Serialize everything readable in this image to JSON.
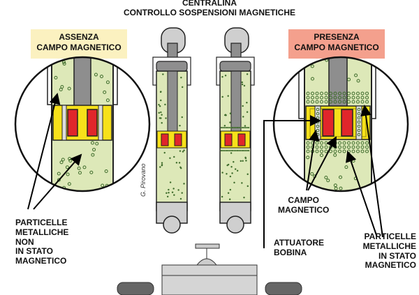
{
  "title": {
    "line1": "CENTRALINA",
    "line2": "CONTROLLO SOSPENSIONI MAGNETICHE"
  },
  "panels": {
    "off": {
      "badge_line1": "ASSENZA",
      "badge_line2": "CAMPO MAGNETICO",
      "badge_color": "#fbf1c0",
      "callout": [
        "PARTICELLE",
        "METALLICHE",
        "NON",
        "IN STATO",
        "MAGNETICO"
      ]
    },
    "on": {
      "badge_line1": "PRESENZA",
      "badge_line2": "CAMPO MAGNETICO",
      "badge_color": "#f4a08d",
      "callout_field": [
        "CAMPO",
        "MAGNETICO"
      ],
      "callout_actuator": [
        "ATTUATORE",
        "BOBINA"
      ],
      "callout_particles": [
        "PARTICELLE",
        "METALLICHE",
        "IN STATO",
        "MAGNETICO"
      ]
    }
  },
  "credit": "G. Pirovano",
  "colors": {
    "fluid": "#dde8b8",
    "particle": "#3d6b2a",
    "coil_yellow": "#f7e11a",
    "coil_red": "#e0262b",
    "rod_gray": "#8e8e8e",
    "body_gray": "#cfcfcf"
  },
  "icons": {
    "arrows": "arrow-icon",
    "shock_absorber": "shock-absorber-icon",
    "car": "car-icon"
  }
}
